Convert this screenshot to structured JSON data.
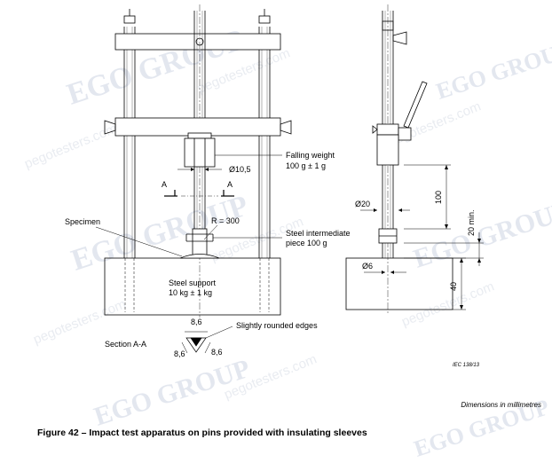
{
  "watermark": {
    "brand": "EGO GROUP",
    "site": "pegotesters.com"
  },
  "labels": {
    "falling_weight": "Falling weight",
    "falling_weight_mass": "100 g ± 1 g",
    "pin_diameter": "Ø10,5",
    "section_mark_left": "A",
    "section_mark_right": "A",
    "specimen": "Specimen",
    "radius": "R = 300",
    "steel_intermediate": "Steel intermediate",
    "steel_intermediate_mass": "piece 100 g",
    "steel_support": "Steel support",
    "steel_support_mass": "10 kg ± 1 kg",
    "section_dim_top": "8,6",
    "section_dim_left": "8,6",
    "section_dim_right": "8,6",
    "rounded_edges": "Slightly rounded edges",
    "section_title": "Section A-A",
    "dim_20_dia": "Ø20",
    "dim_100": "100",
    "dim_20_min": "20 min.",
    "dim_6_dia": "Ø6",
    "dim_40": "40"
  },
  "reference": "IEC   138/13",
  "units_note": "Dimensions in millimetres",
  "caption": "Figure 42 – Impact test apparatus on pins provided with insulating sleeves"
}
